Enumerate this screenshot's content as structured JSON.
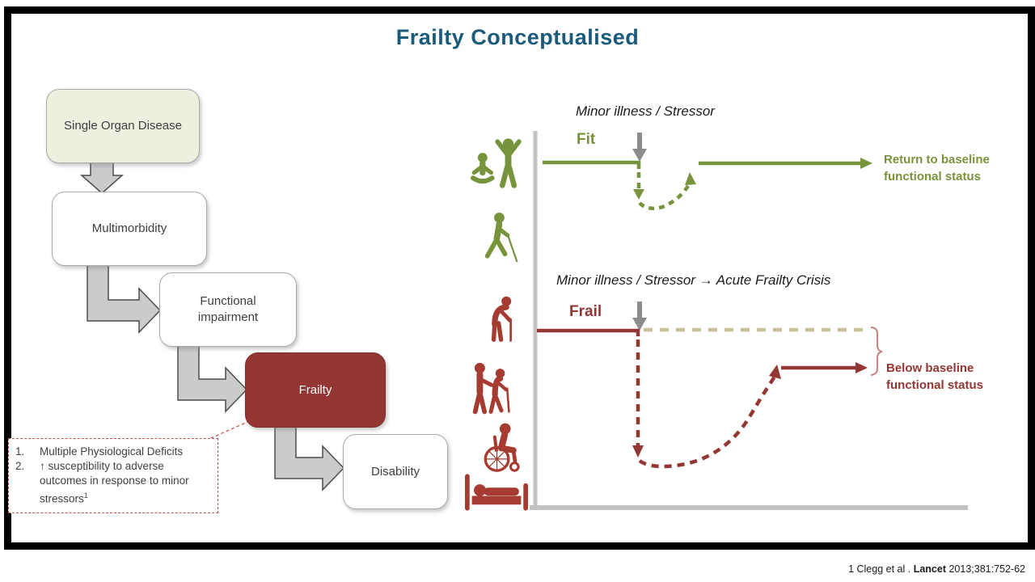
{
  "slide": {
    "title": "Frailty Conceptualised"
  },
  "flowchart": {
    "boxes": [
      {
        "label": "Single Organ Disease",
        "fill": "#EBF1DE"
      },
      {
        "label": "Multimorbidity",
        "fill": "#FFFFFF"
      },
      {
        "label": "Functional impairment",
        "fill": "#FFFFFF"
      },
      {
        "label": "Frailty",
        "fill": "#943634"
      },
      {
        "label": "Disability",
        "fill": "#FFFFFF"
      }
    ],
    "note": {
      "items": [
        {
          "num": "1.",
          "text": "Multiple Physiological Deficits",
          "sup": ""
        },
        {
          "num": "2.",
          "text": "↑ susceptibility to adverse outcomes  in response to minor stressors",
          "sup": "1"
        }
      ],
      "border_color": "#C0504D"
    }
  },
  "chart": {
    "fit": {
      "label": "Fit",
      "stressor_label": "Minor illness / Stressor",
      "outcome_label": "Return to baseline functional status",
      "color": "#77933C"
    },
    "frail": {
      "label": "Frail",
      "stressor_label": "Minor illness / Stressor → Acute Frailty Crisis",
      "outcome_label": "Below baseline functional status",
      "color": "#943634"
    },
    "axis_color": "#C2C2C2",
    "baseline_dashed_color": "#C8C096"
  },
  "chart_data": {
    "type": "line",
    "title": "Functional status response to a minor illness / stressor",
    "series": [
      {
        "name": "Fit",
        "color": "#77933C",
        "shape": "baseline, small dip after stressor, full return to baseline"
      },
      {
        "name": "Frail",
        "color": "#943634",
        "shape": "baseline, steep decline after stressor (acute frailty crisis), partial recovery to below baseline"
      }
    ],
    "annotations": [
      "Minor illness / Stressor",
      "Minor illness / Stressor → Acute Frailty Crisis",
      "Return to baseline functional status",
      "Below baseline functional status"
    ]
  },
  "icons": {
    "fit_icons": [
      "exercising-people-icon",
      "hiking-person-icon"
    ],
    "frail_icons": [
      "elderly-person-cane-icon",
      "assisted-walking-icon",
      "wheelchair-user-icon",
      "person-in-bed-icon"
    ],
    "green": "#77933C",
    "red": "#A63B32"
  },
  "citation": {
    "prefix": "1 Clegg et al . ",
    "journal": "Lancet",
    "suffix": " 2013;381:752-62"
  }
}
